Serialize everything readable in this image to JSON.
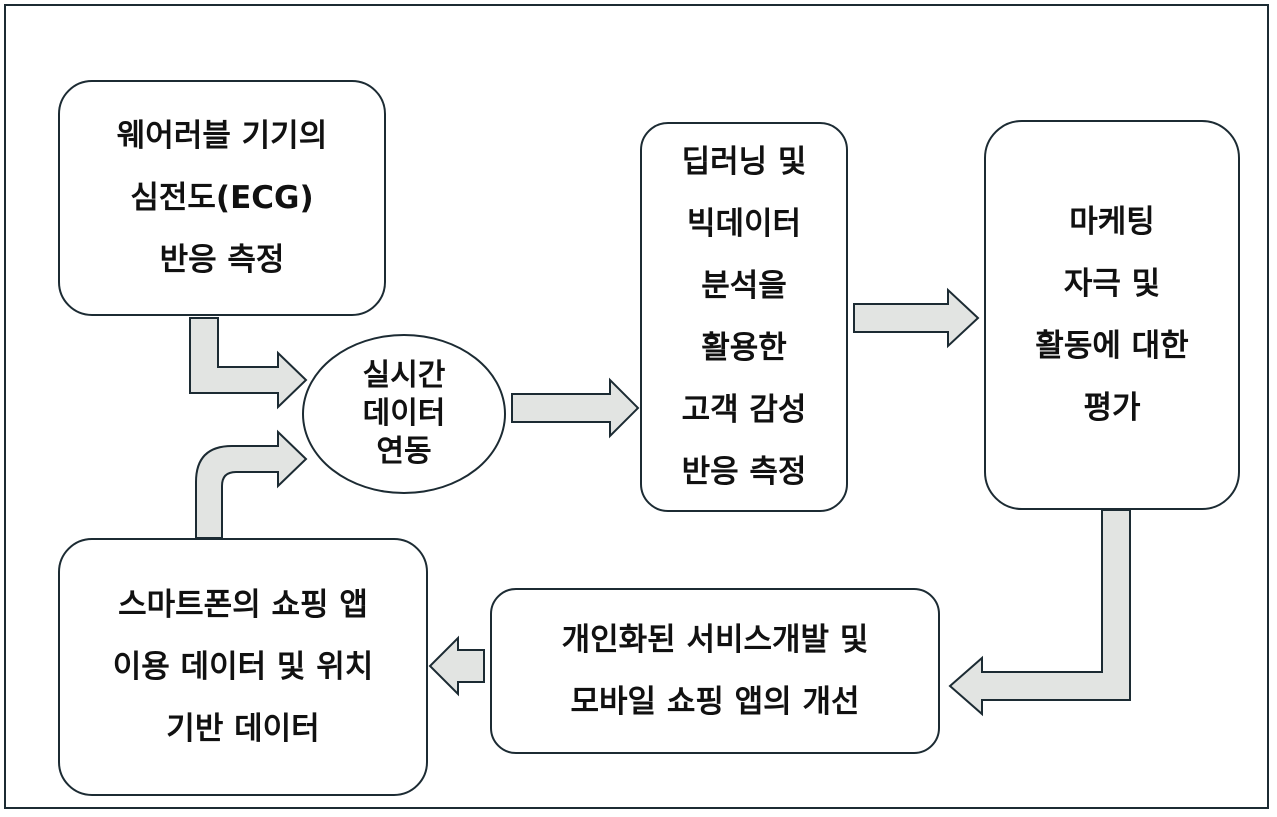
{
  "nodes": {
    "ecg": {
      "lines": [
        "웨어러블 기기의",
        "심전도(ECG)",
        "반응 측정"
      ]
    },
    "realtime": {
      "lines": [
        "실시간",
        "데이터",
        "연동"
      ]
    },
    "deep": {
      "lines": [
        "딥러닝 및",
        "빅데이터",
        "분석을",
        "활용한",
        "고객 감성",
        "반응 측정"
      ]
    },
    "marketing": {
      "lines": [
        "마케팅",
        "자극 및",
        "활동에 대한",
        "평가"
      ]
    },
    "personal": {
      "lines": [
        "개인화된 서비스개발 및",
        "모바일 쇼핑 앱의 개선"
      ]
    },
    "smartphone": {
      "lines": [
        "스마트폰의 쇼핑 앱",
        "이용 데이터 및 위치",
        "기반 데이터"
      ]
    }
  },
  "colors": {
    "arrow_fill": "#e2e4e2",
    "stroke": "#1c2b33"
  }
}
